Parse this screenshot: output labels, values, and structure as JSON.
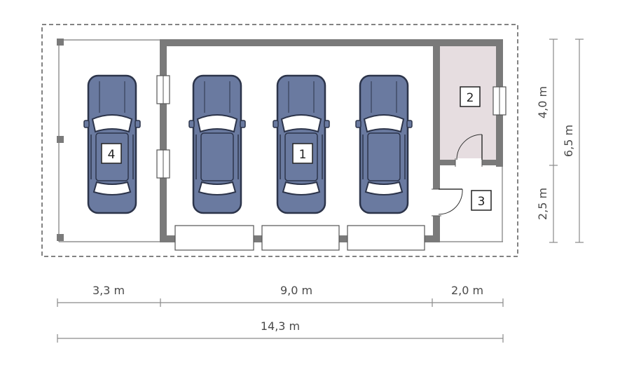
{
  "room_labels": {
    "room_1": "1",
    "room_2": "2",
    "room_3": "3",
    "room_4": "4"
  },
  "dimensions": {
    "bottom_left": "3,3 m",
    "bottom_middle": "9,0 m",
    "bottom_right": "2,0 m",
    "bottom_total": "14,3 m",
    "right_upper": "4,0 m",
    "right_lower": "2,5 m",
    "right_total": "6,5 m"
  },
  "colors": {
    "wall": "#7a7a7a",
    "storage_fill": "#e6dde0",
    "car_body": "#6a7aa0",
    "car_outline": "#2c344a",
    "glass": "#ffffff",
    "dashed_outline": "#5a5a5a",
    "dimension_line": "#8a8a8a"
  }
}
